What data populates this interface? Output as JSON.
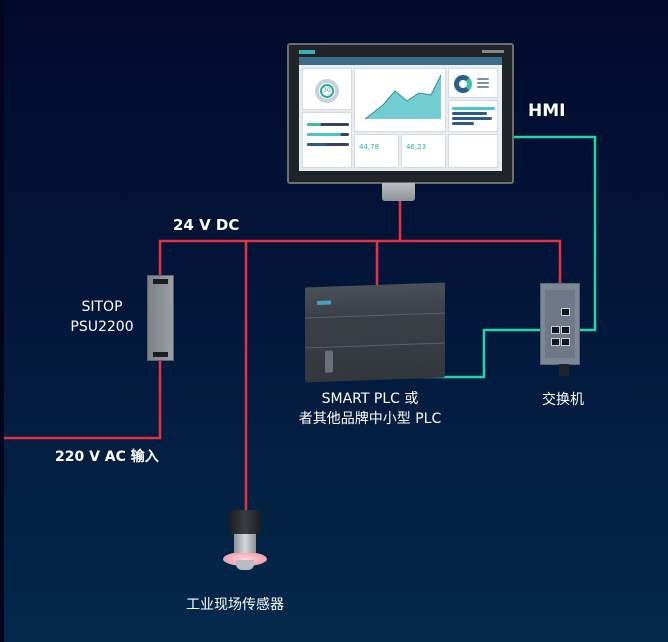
{
  "diagram": {
    "labels": {
      "hmi": "HMI",
      "dc_bus": "24 V DC",
      "psu_line1": "SITOP",
      "psu_line2": "PSU2200",
      "plc_line1": "SMART PLC 或",
      "plc_line2": "者其他品牌中小型 PLC",
      "switch": "交换机",
      "ac_input": "220 V AC 输入",
      "sensor": "工业现场传感器"
    },
    "hmi_screen": {
      "gauge_value": "30",
      "kpi_1": "44,78",
      "kpi_2": "46,23"
    },
    "colors": {
      "power_wire": "#e8303f",
      "network_wire": "#22d7a6",
      "background_top": "#020a2b",
      "background_bottom": "#03294a"
    },
    "connections": [
      {
        "from": "SITOP PSU2200",
        "to": "24 V DC bus",
        "type": "power"
      },
      {
        "from": "220 V AC 输入",
        "to": "SITOP PSU2200",
        "type": "power"
      },
      {
        "from": "24 V DC bus",
        "to": "HMI",
        "type": "power"
      },
      {
        "from": "24 V DC bus",
        "to": "SMART PLC",
        "type": "power"
      },
      {
        "from": "24 V DC bus",
        "to": "交换机",
        "type": "power"
      },
      {
        "from": "24 V DC bus",
        "to": "工业现场传感器",
        "type": "power"
      },
      {
        "from": "SMART PLC",
        "to": "交换机",
        "type": "ethernet"
      },
      {
        "from": "交换机",
        "to": "HMI",
        "type": "ethernet"
      }
    ]
  }
}
